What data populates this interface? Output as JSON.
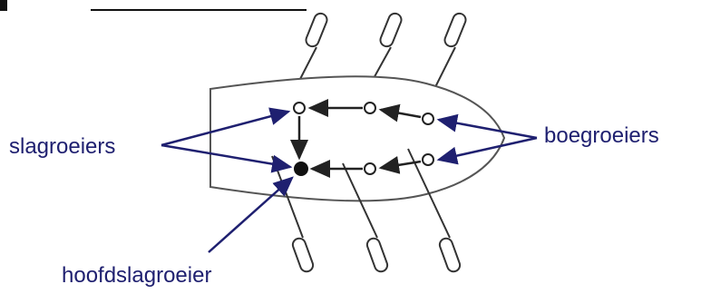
{
  "labels": {
    "slagroeiers": "slagroeiers",
    "boegroeiers": "boegroeiers",
    "hoofdslagroeier": "hoofdslagroeier"
  },
  "colors": {
    "label": "#1f2070",
    "ink": "#222222",
    "hull_fill": "#ffffff"
  }
}
